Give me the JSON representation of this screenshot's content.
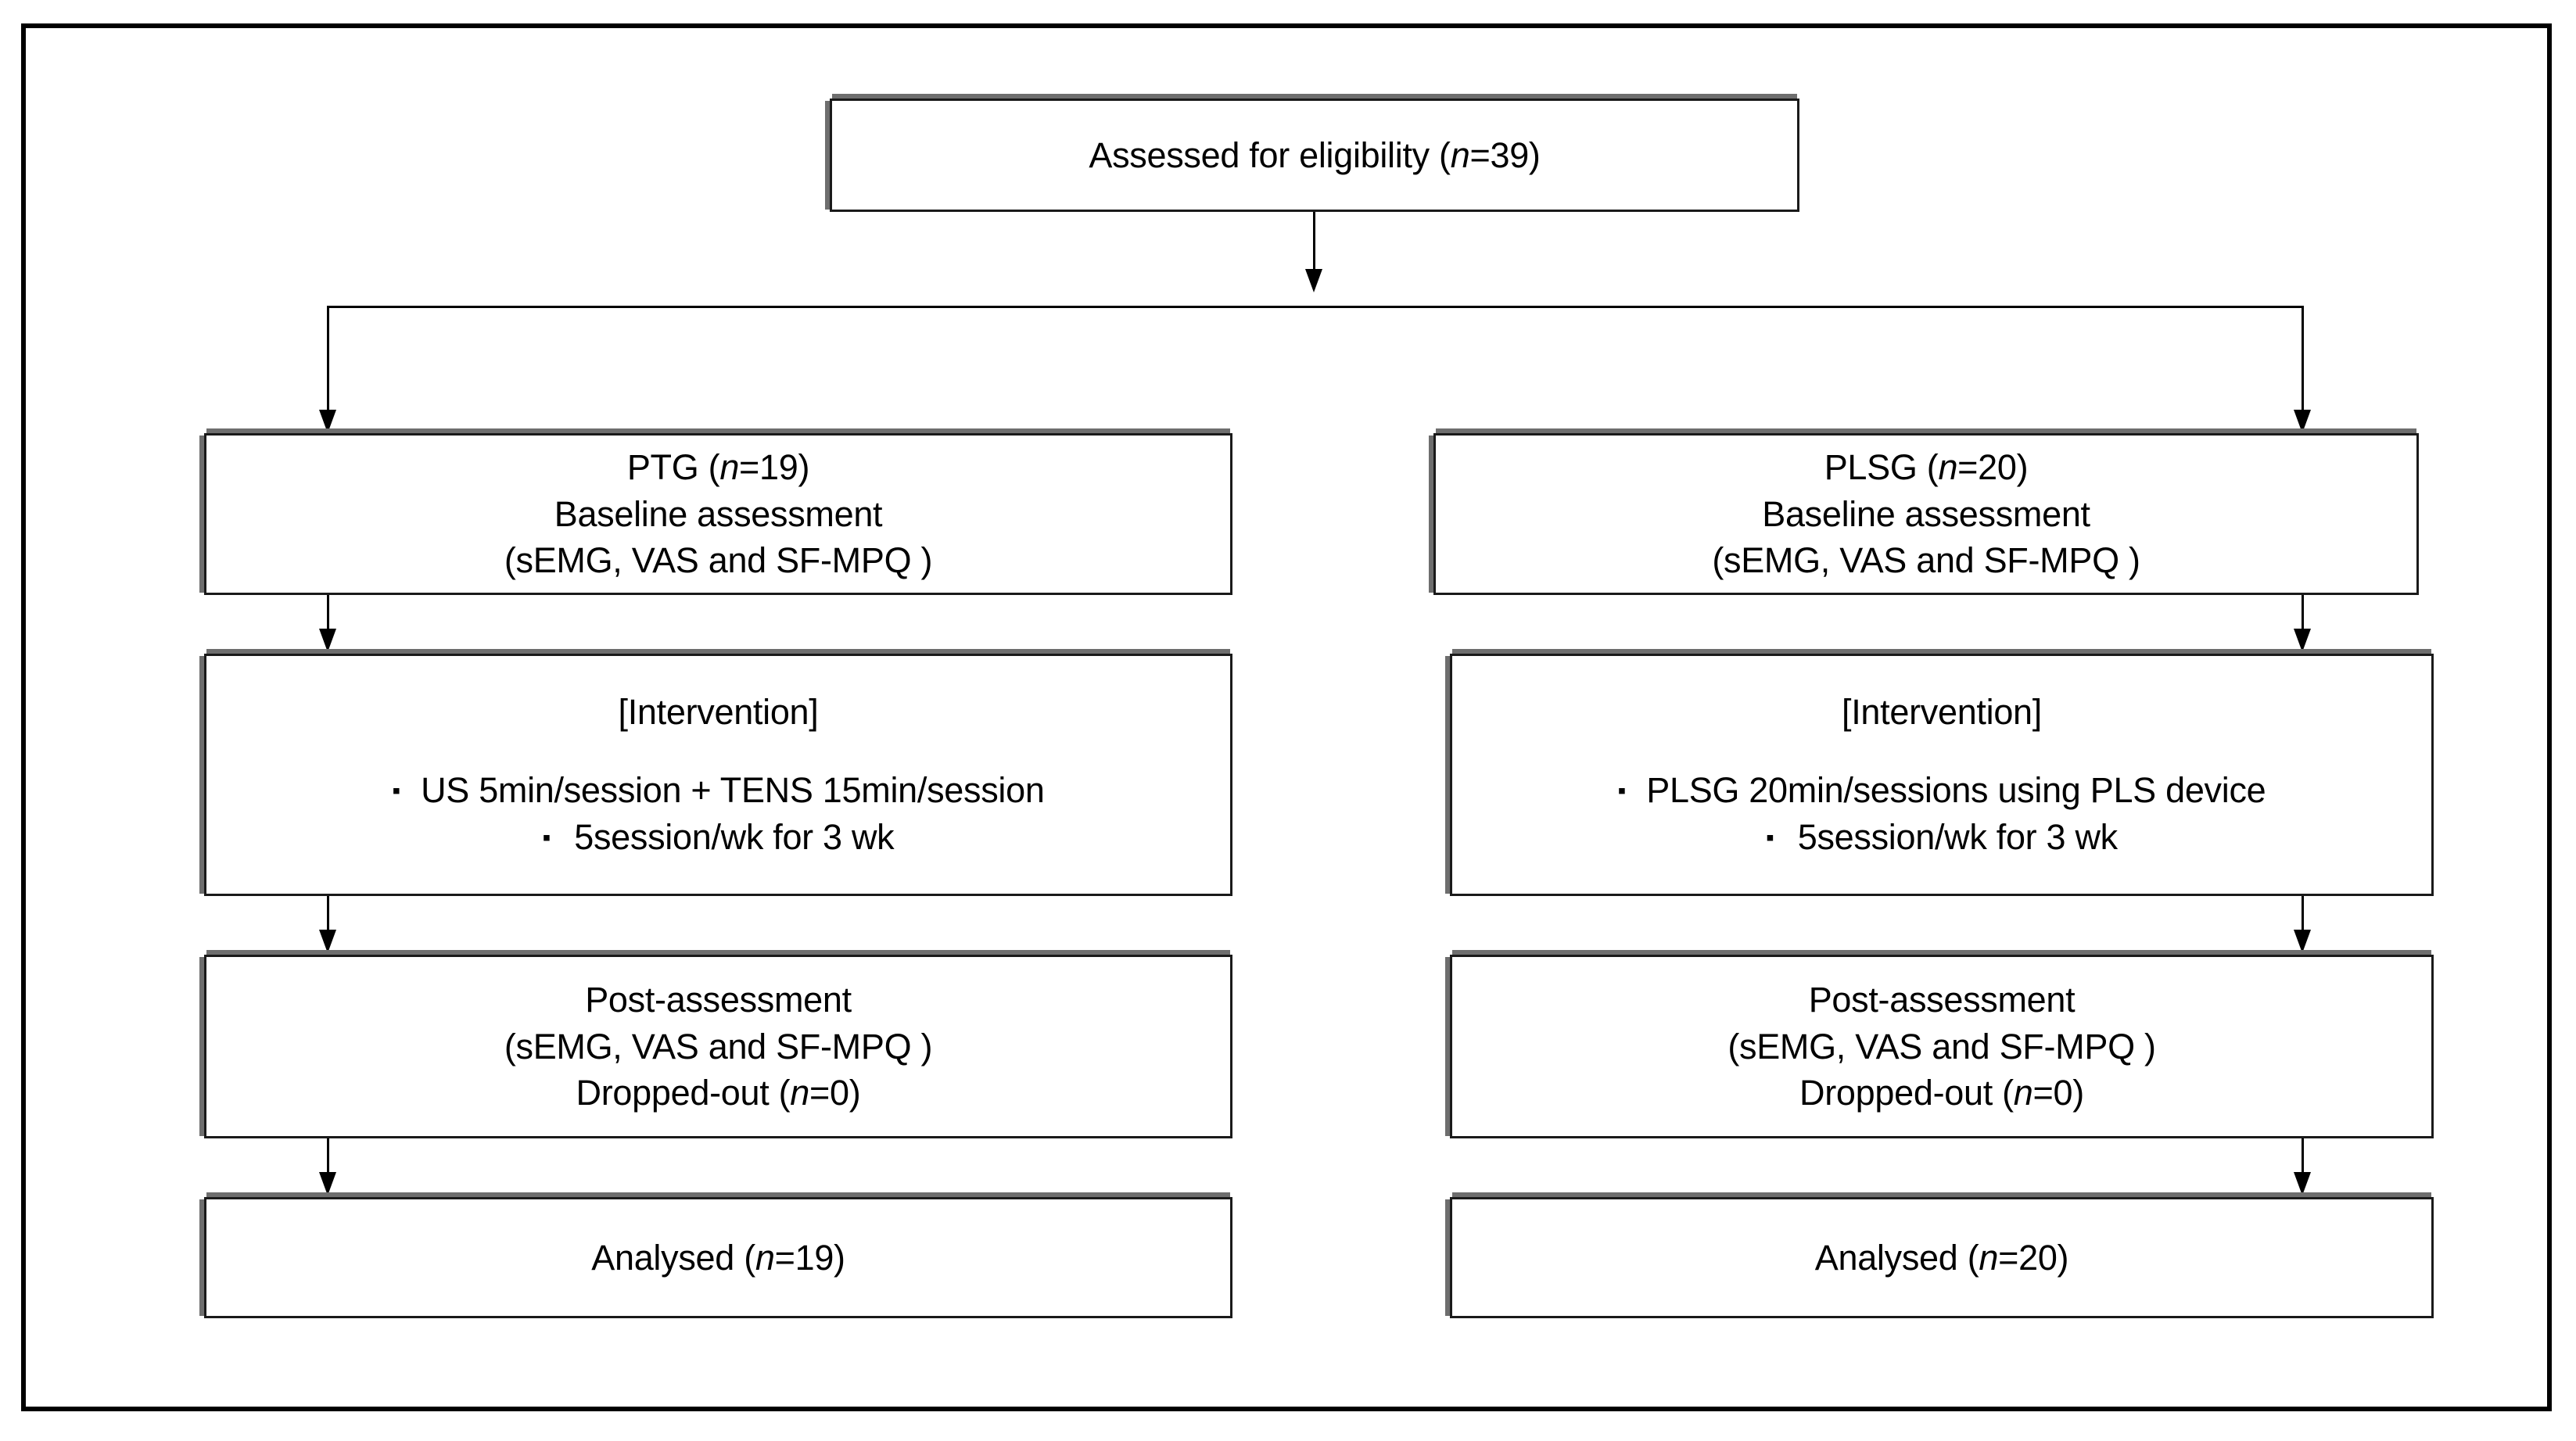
{
  "figure": {
    "type": "flowchart",
    "title": "CONSORT-style participant flow diagram",
    "orientation": "top-down, two parallel arms"
  },
  "nodes": {
    "eligibility": {
      "id": "assessed-for-eligibility",
      "lines": [
        "Assessed for eligibility (",
        "n",
        "=39)"
      ],
      "text": "Assessed for eligibility (n=39)",
      "label_prefix": "Assessed for eligibility (",
      "n_symbol": "n",
      "label_suffix": "=39)",
      "count": 39
    },
    "left": {
      "arm": "PTG",
      "baseline": {
        "title_prefix": "PTG (",
        "n_symbol": "n",
        "title_suffix": "=19)",
        "line2": "Baseline assessment",
        "line3": "(sEMG, VAS and SF-MPQ )",
        "count": 19
      },
      "intervention": {
        "heading": "[Intervention]",
        "bullets": [
          {
            "marker": "bullet-square",
            "text": "US 5min/session +  TENS 15min/session",
            "indent": 0
          },
          {
            "marker": "bullet-square",
            "text": "5session/wk for 3 wk",
            "indent": 1
          }
        ]
      },
      "post": {
        "line1": "Post-assessment",
        "line2": "(sEMG, VAS and SF-MPQ )",
        "line3_prefix": "Dropped-out (",
        "n_symbol": "n",
        "line3_suffix": "=0)",
        "dropped_out": 0
      },
      "analysed": {
        "prefix": "Analysed (",
        "n_symbol": "n",
        "suffix": "=19)",
        "count": 19
      }
    },
    "right": {
      "arm": "PLSG",
      "baseline": {
        "title_prefix": "PLSG (",
        "n_symbol": "n",
        "title_suffix": "=20)",
        "line2": "Baseline assessment",
        "line3": "(sEMG, VAS and SF-MPQ )",
        "count": 20
      },
      "intervention": {
        "heading": "[Intervention]",
        "bullets": [
          {
            "marker": "bullet-square",
            "text": "PLSG 20min/sessions using PLS device",
            "indent": 0
          },
          {
            "marker": "bullet-square",
            "text": "5session/wk for 3 wk",
            "indent": 1
          }
        ]
      },
      "post": {
        "line1": "Post-assessment",
        "line2": "(sEMG, VAS and SF-MPQ )",
        "line3_prefix": "Dropped-out (",
        "n_symbol": "n",
        "line3_suffix": "=0)",
        "dropped_out": 0
      },
      "analysed": {
        "prefix": "Analysed (",
        "n_symbol": "n",
        "suffix": "=20)",
        "count": 20
      }
    }
  },
  "colors": {
    "border": "#1a1a1a",
    "shadow": "#6e6e6e",
    "frame": "#000000",
    "text": "#000000",
    "background": "#ffffff"
  }
}
